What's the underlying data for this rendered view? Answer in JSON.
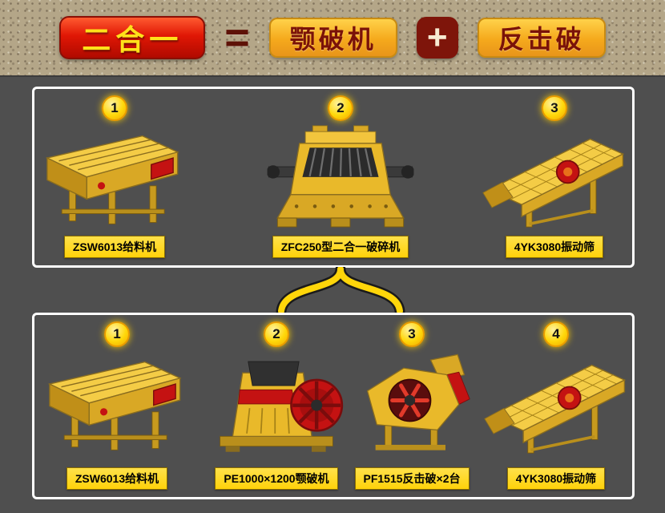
{
  "header": {
    "result_box": "二合一",
    "equals_sign": "=",
    "jaw_box": "颚破机",
    "plus_sign": "+",
    "impact_box": "反击破"
  },
  "top": {
    "items": [
      {
        "number": "1",
        "label": "ZSW6013给料机",
        "machine": "feeder-illustration"
      },
      {
        "number": "2",
        "label": "ZFC250型二合一破碎机",
        "machine": "combo-crusher-illustration"
      },
      {
        "number": "3",
        "label": "4YK3080振动筛",
        "machine": "vibrating-screen-illustration"
      }
    ]
  },
  "bottom": {
    "items": [
      {
        "number": "1",
        "label": "ZSW6013给料机",
        "machine": "feeder-illustration"
      },
      {
        "number": "2",
        "label": "PE1000×1200颚破机",
        "machine": "jaw-crusher-illustration"
      },
      {
        "number": "3",
        "label": "PF1515反击破×2台",
        "machine": "impact-crusher-illustration"
      },
      {
        "number": "4",
        "label": "4YK3080振动筛",
        "machine": "vibrating-screen-illustration"
      }
    ]
  },
  "colors": {
    "page_background": "#4f4f4f",
    "header_texture": "#b4a688",
    "red_box": "#d71309",
    "yellow_box": "#f5a91c",
    "label_yellow": "#ffd20a",
    "dark_red_text": "#7a1208",
    "panel_border": "#ffffff",
    "machine_yellow": "#e9b92a",
    "machine_red": "#c41212",
    "brace_yellow": "#ffd60a"
  }
}
